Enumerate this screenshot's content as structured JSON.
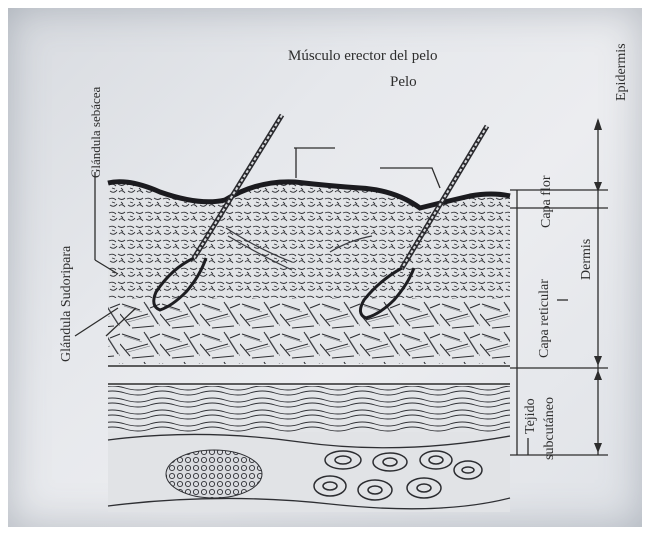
{
  "labels": {
    "musculo": "Músculo erector del pelo",
    "pelo": "Pelo",
    "epidermis": "Epidermis",
    "glandula_sebacea": "Glándula sebácea",
    "glandula_sudoripara": "Glándula Sudoripara",
    "capa_flor": "Capa flor",
    "dermis": "Dermis",
    "capa_reticular": "Capa reticular",
    "tejido": "Tejido",
    "subcutaneo": "subcutáneo"
  },
  "colors": {
    "ink": "#2d2d2d",
    "paper": "#e6e8ec"
  }
}
